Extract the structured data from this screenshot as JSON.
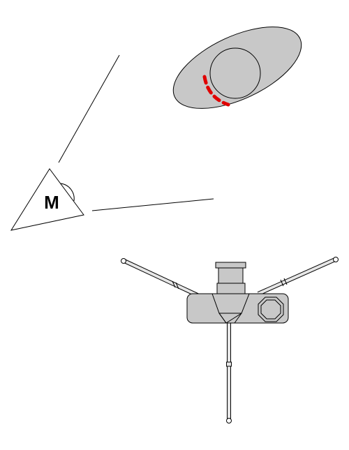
{
  "diagram": {
    "observer_label": "M",
    "colors": {
      "stroke": "#000000",
      "fill_gray": "#c8c8c8",
      "fill_light": "#e0e0e0",
      "accent_red": "#e00000",
      "background": "#ffffff"
    },
    "elements": {
      "observer": "triangle-observer-icon",
      "target": "ellipse-sphere-target",
      "device": "tripod-sensor-device"
    }
  }
}
